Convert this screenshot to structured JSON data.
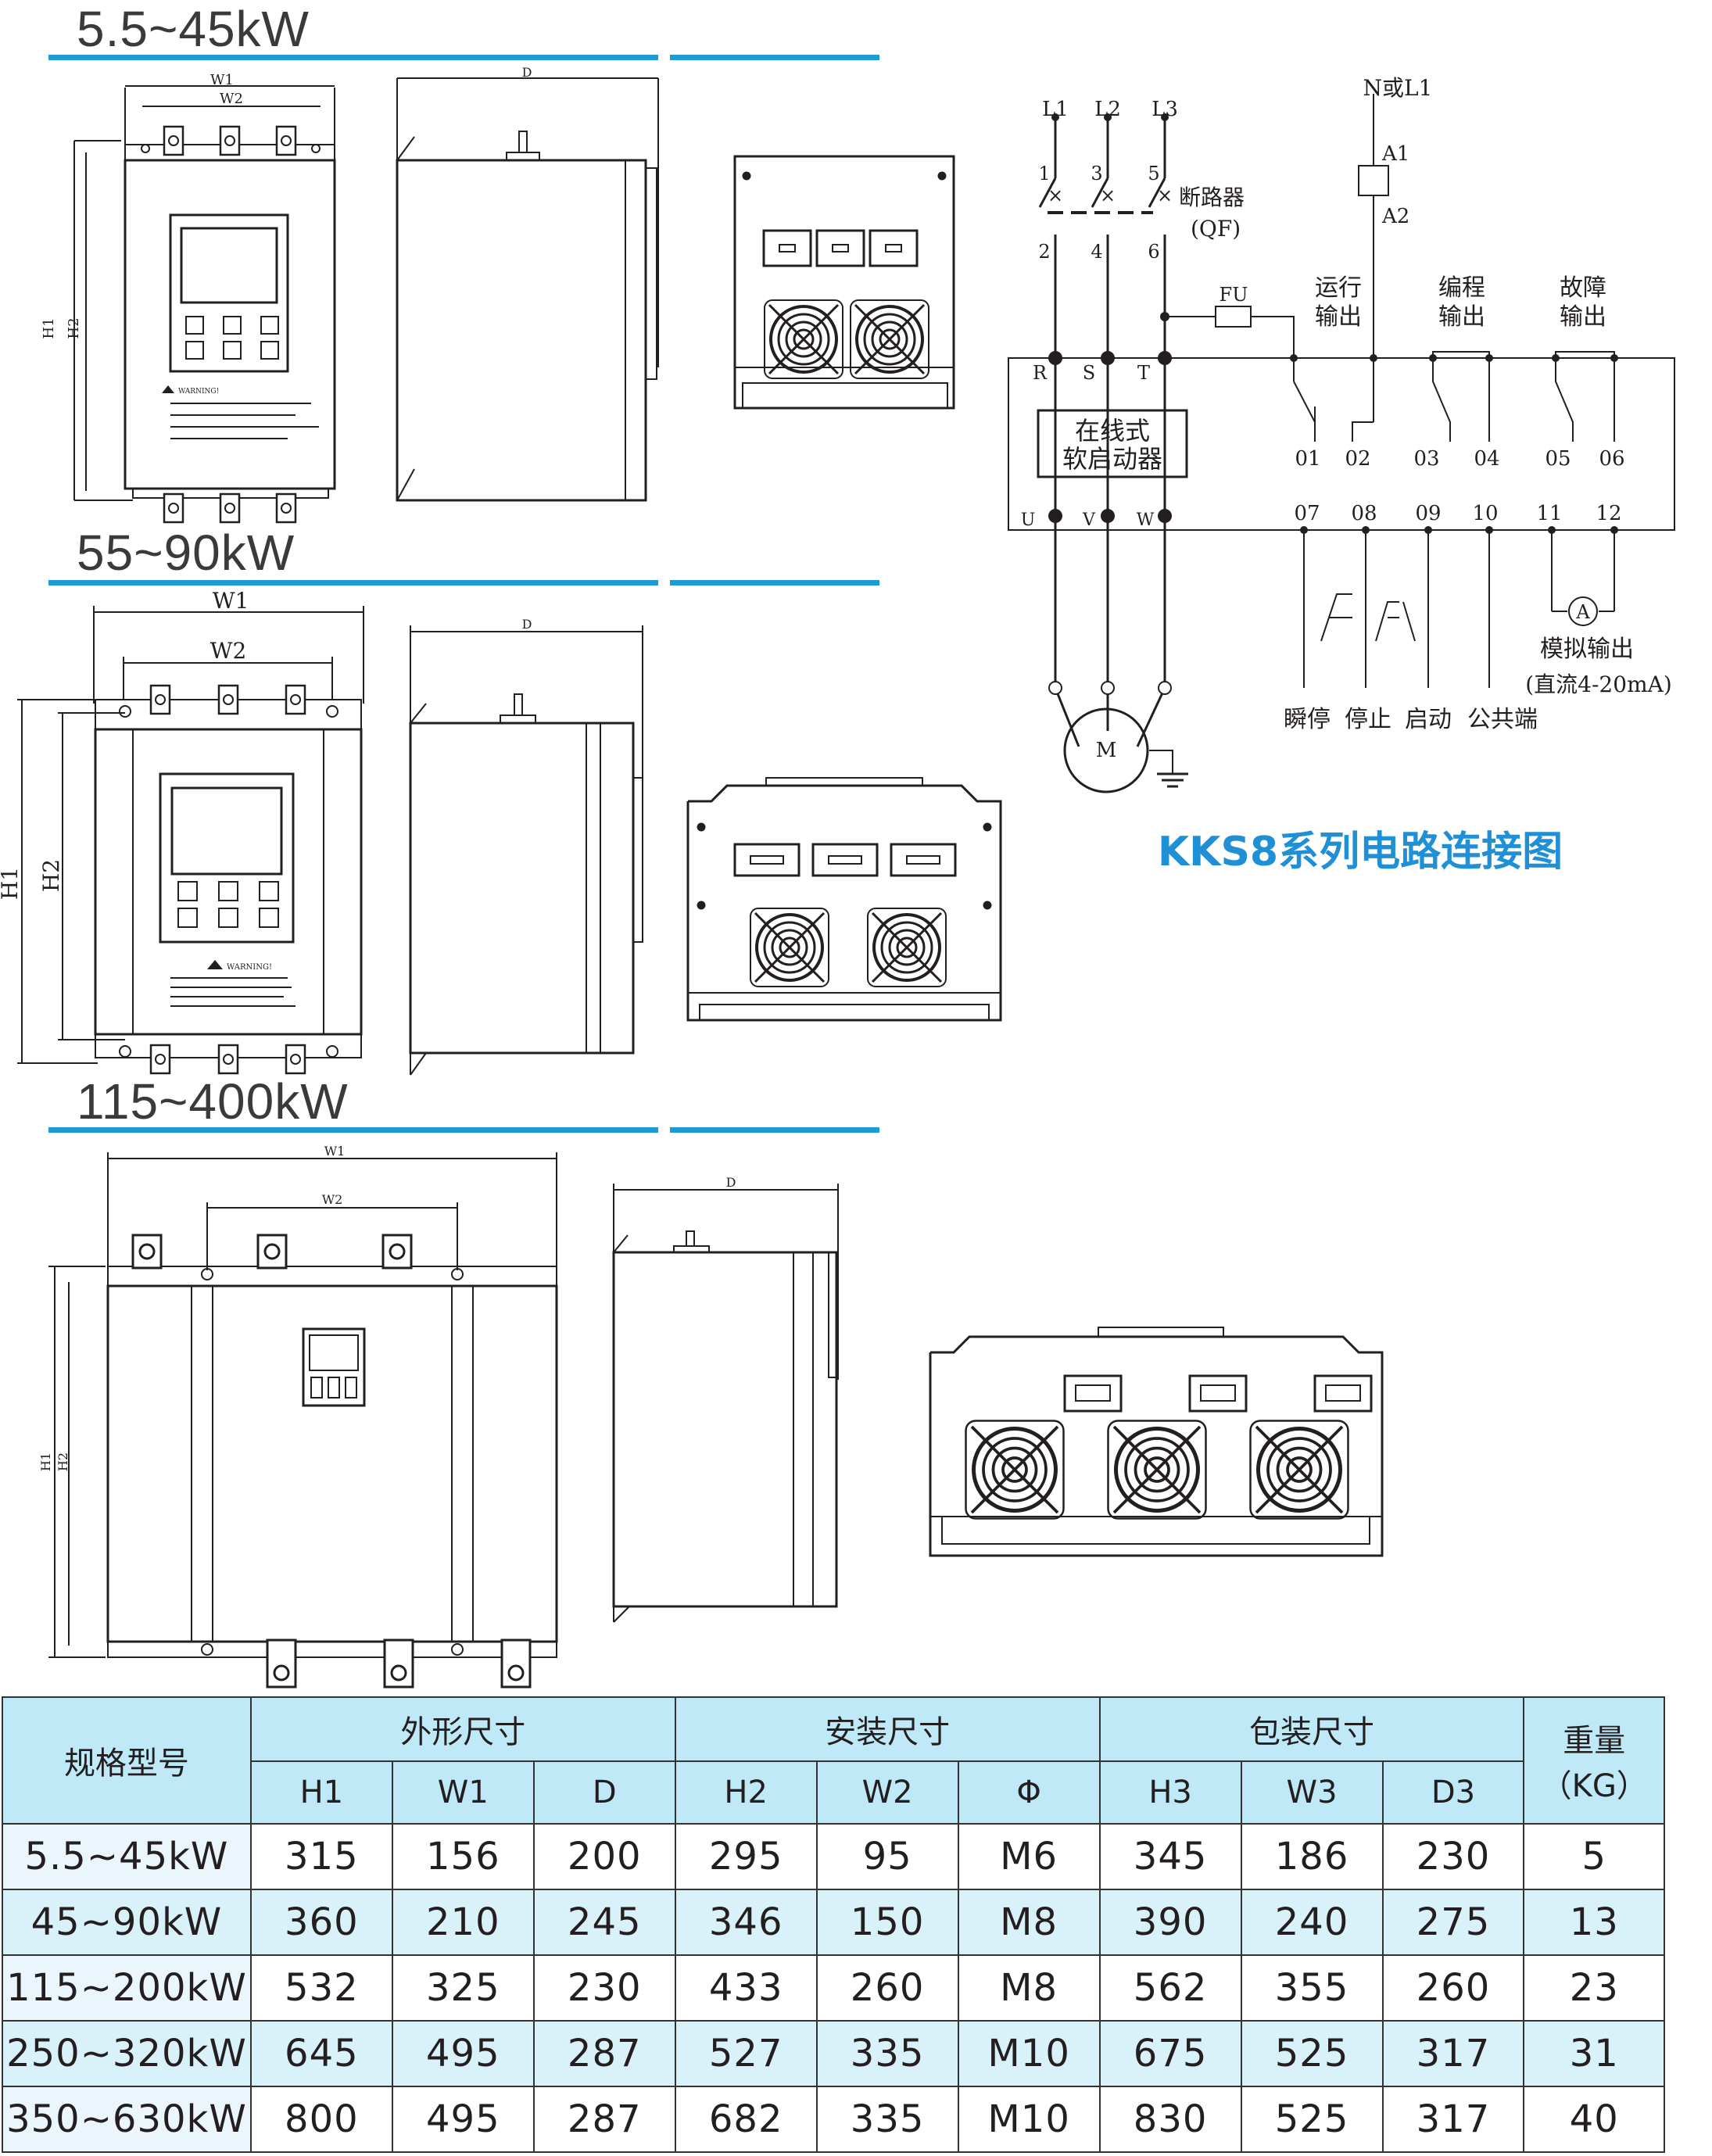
{
  "sections": [
    {
      "title": "5.5~45kW"
    },
    {
      "title": "55~90kW"
    },
    {
      "title": "115~400kW"
    }
  ],
  "drawing_labels": {
    "w1": "W1",
    "w2": "W2",
    "h1": "H1",
    "h2": "H2",
    "d": "D",
    "warning": "WARNING!"
  },
  "circuit": {
    "phases": [
      "L1",
      "L2",
      "L3"
    ],
    "top_terms": [
      "1",
      "3",
      "5"
    ],
    "bot_terms": [
      "2",
      "4",
      "6"
    ],
    "breaker": "断路器",
    "breaker_code": "(QF)",
    "neutral": "N或L1",
    "a1": "A1",
    "a2": "A2",
    "fuse": "FU",
    "run_out": [
      "运行",
      "输出"
    ],
    "prog_out": [
      "编程",
      "输出"
    ],
    "fault_out": [
      "故障",
      "输出"
    ],
    "rst": [
      "R",
      "S",
      "T"
    ],
    "uvw": [
      "U",
      "V",
      "W"
    ],
    "starter": [
      "在线式",
      "软启动器"
    ],
    "relay_terms": [
      "01",
      "02",
      "03",
      "04",
      "05",
      "06"
    ],
    "ctrl_terms": [
      "07",
      "08",
      "09",
      "10",
      "11",
      "12"
    ],
    "ctrl_labels": [
      "瞬停",
      "停止",
      "启动",
      "公共端"
    ],
    "ammeter": "A",
    "analog": "模拟输出",
    "analog_range": "(直流4-20mA)",
    "motor": "M",
    "caption": "KKS8系列电路连接图"
  },
  "table": {
    "model_header": "规格型号",
    "groups": [
      "外形尺寸",
      "安装尺寸",
      "包装尺寸"
    ],
    "weight_header": [
      "重量",
      "（KG）"
    ],
    "subheaders": [
      "H1",
      "W1",
      "D",
      "H2",
      "W2",
      "Φ",
      "H3",
      "W3",
      "D3"
    ],
    "rows": [
      [
        "5.5~45kW",
        "315",
        "156",
        "200",
        "295",
        "95",
        "M6",
        "345",
        "186",
        "230",
        "5"
      ],
      [
        "45~90kW",
        "360",
        "210",
        "245",
        "346",
        "150",
        "M8",
        "390",
        "240",
        "275",
        "13"
      ],
      [
        "115~200kW",
        "532",
        "325",
        "230",
        "433",
        "260",
        "M8",
        "562",
        "355",
        "260",
        "23"
      ],
      [
        "250~320kW",
        "645",
        "495",
        "287",
        "527",
        "335",
        "M10",
        "675",
        "525",
        "317",
        "31"
      ],
      [
        "350~630kW",
        "800",
        "495",
        "287",
        "682",
        "335",
        "M10",
        "830",
        "525",
        "317",
        "40"
      ]
    ]
  }
}
